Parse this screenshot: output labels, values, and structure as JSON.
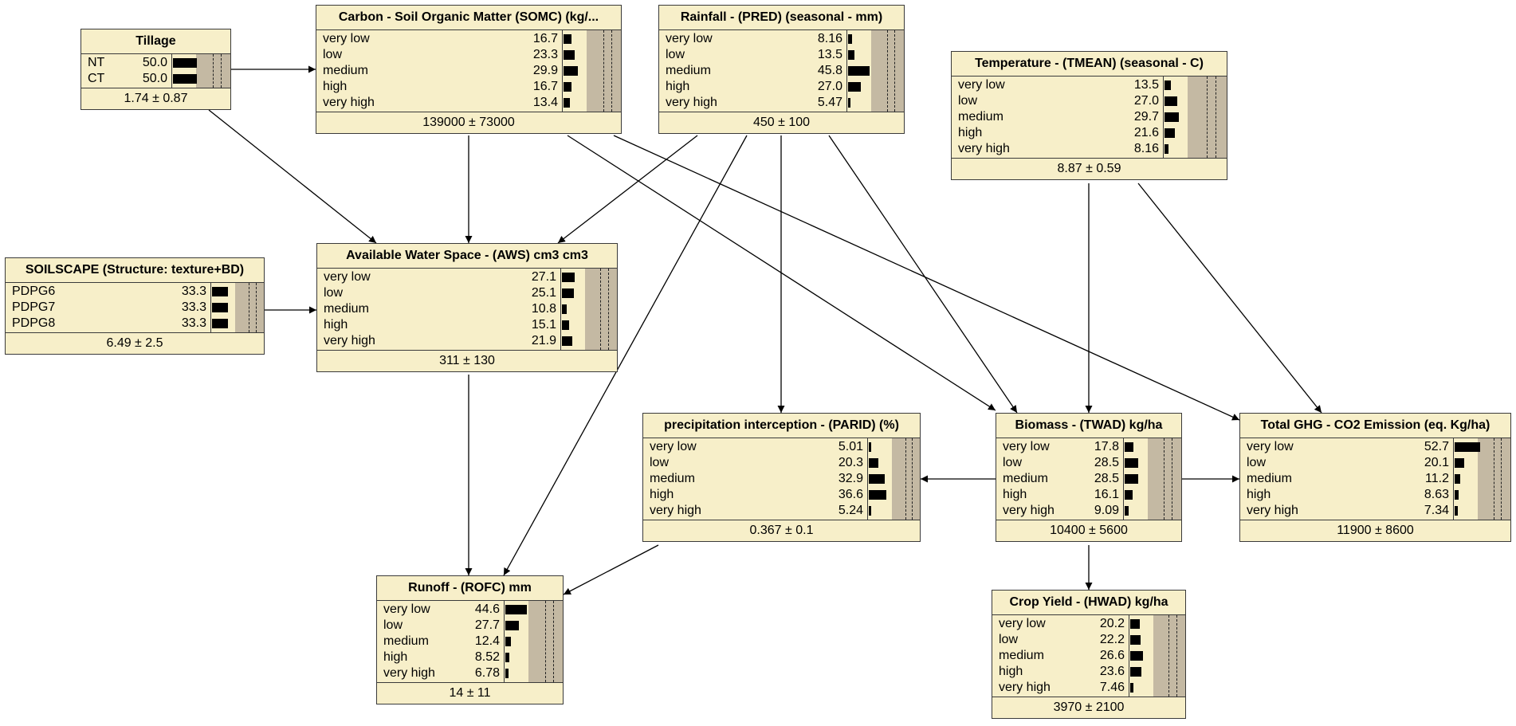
{
  "nodes": {
    "tillage": {
      "title": "Tillage",
      "states": [
        {
          "label": "NT",
          "value": "50.0",
          "p": 50.0
        },
        {
          "label": "CT",
          "value": "50.0",
          "p": 50.0
        }
      ],
      "mean": "1.74 ± 0.87"
    },
    "somc": {
      "title": "Carbon - Soil Organic Matter (SOMC) (kg/...",
      "states": [
        {
          "label": "very low",
          "value": "16.7",
          "p": 16.7
        },
        {
          "label": "low",
          "value": "23.3",
          "p": 23.3
        },
        {
          "label": "medium",
          "value": "29.9",
          "p": 29.9
        },
        {
          "label": "high",
          "value": "16.7",
          "p": 16.7
        },
        {
          "label": "very high",
          "value": "13.4",
          "p": 13.4
        }
      ],
      "mean": "139000 ± 73000"
    },
    "rainfall": {
      "title": "Rainfall - (PRED) (seasonal - mm)",
      "states": [
        {
          "label": "very low",
          "value": "8.16",
          "p": 8.16
        },
        {
          "label": "low",
          "value": "13.5",
          "p": 13.5
        },
        {
          "label": "medium",
          "value": "45.8",
          "p": 45.8
        },
        {
          "label": "high",
          "value": "27.0",
          "p": 27.0
        },
        {
          "label": "very high",
          "value": "5.47",
          "p": 5.47
        }
      ],
      "mean": "450 ± 100"
    },
    "temperature": {
      "title": "Temperature - (TMEAN) (seasonal - C)",
      "states": [
        {
          "label": "very low",
          "value": "13.5",
          "p": 13.5
        },
        {
          "label": "low",
          "value": "27.0",
          "p": 27.0
        },
        {
          "label": "medium",
          "value": "29.7",
          "p": 29.7
        },
        {
          "label": "high",
          "value": "21.6",
          "p": 21.6
        },
        {
          "label": "very high",
          "value": "8.16",
          "p": 8.16
        }
      ],
      "mean": "8.87 ± 0.59"
    },
    "soilscape": {
      "title": "SOILSCAPE (Structure: texture+BD)",
      "states": [
        {
          "label": "PDPG6",
          "value": "33.3",
          "p": 33.3
        },
        {
          "label": "PDPG7",
          "value": "33.3",
          "p": 33.3
        },
        {
          "label": "PDPG8",
          "value": "33.3",
          "p": 33.3
        }
      ],
      "mean": "6.49 ± 2.5"
    },
    "aws": {
      "title": "Available Water Space - (AWS) cm3 cm3",
      "states": [
        {
          "label": "very low",
          "value": "27.1",
          "p": 27.1
        },
        {
          "label": "low",
          "value": "25.1",
          "p": 25.1
        },
        {
          "label": "medium",
          "value": "10.8",
          "p": 10.8
        },
        {
          "label": "high",
          "value": "15.1",
          "p": 15.1
        },
        {
          "label": "very high",
          "value": "21.9",
          "p": 21.9
        }
      ],
      "mean": "311 ± 130"
    },
    "parid": {
      "title": "precipitation interception - (PARID) (%)",
      "states": [
        {
          "label": "very low",
          "value": "5.01",
          "p": 5.01
        },
        {
          "label": "low",
          "value": "20.3",
          "p": 20.3
        },
        {
          "label": "medium",
          "value": "32.9",
          "p": 32.9
        },
        {
          "label": "high",
          "value": "36.6",
          "p": 36.6
        },
        {
          "label": "very high",
          "value": "5.24",
          "p": 5.24
        }
      ],
      "mean": "0.367 ± 0.1"
    },
    "biomass": {
      "title": "Biomass - (TWAD) kg/ha",
      "states": [
        {
          "label": "very low",
          "value": "17.8",
          "p": 17.8
        },
        {
          "label": "low",
          "value": "28.5",
          "p": 28.5
        },
        {
          "label": "medium",
          "value": "28.5",
          "p": 28.5
        },
        {
          "label": "high",
          "value": "16.1",
          "p": 16.1
        },
        {
          "label": "very high",
          "value": "9.09",
          "p": 9.09
        }
      ],
      "mean": "10400 ± 5600"
    },
    "ghg": {
      "title": "Total GHG - CO2 Emission (eq. Kg/ha)",
      "states": [
        {
          "label": "very low",
          "value": "52.7",
          "p": 52.7
        },
        {
          "label": "low",
          "value": "20.1",
          "p": 20.1
        },
        {
          "label": "medium",
          "value": "11.2",
          "p": 11.2
        },
        {
          "label": "high",
          "value": "8.63",
          "p": 8.63
        },
        {
          "label": "very high",
          "value": "7.34",
          "p": 7.34
        }
      ],
      "mean": "11900 ± 8600"
    },
    "runoff": {
      "title": "Runoff - (ROFC) mm",
      "states": [
        {
          "label": "very low",
          "value": "44.6",
          "p": 44.6
        },
        {
          "label": "low",
          "value": "27.7",
          "p": 27.7
        },
        {
          "label": "medium",
          "value": "12.4",
          "p": 12.4
        },
        {
          "label": "high",
          "value": "8.52",
          "p": 8.52
        },
        {
          "label": "very high",
          "value": "6.78",
          "p": 6.78
        }
      ],
      "mean": "14 ± 11"
    },
    "yield": {
      "title": "Crop Yield - (HWAD) kg/ha",
      "states": [
        {
          "label": "very low",
          "value": "20.2",
          "p": 20.2
        },
        {
          "label": "low",
          "value": "22.2",
          "p": 22.2
        },
        {
          "label": "medium",
          "value": "26.6",
          "p": 26.6
        },
        {
          "label": "high",
          "value": "23.6",
          "p": 23.6
        },
        {
          "label": "very high",
          "value": "7.46",
          "p": 7.46
        }
      ],
      "mean": "3970 ± 2100"
    }
  },
  "edges": [
    {
      "from": "tillage",
      "to": "somc"
    },
    {
      "from": "tillage",
      "to": "aws"
    },
    {
      "from": "somc",
      "to": "aws"
    },
    {
      "from": "somc",
      "to": "biomass"
    },
    {
      "from": "somc",
      "to": "ghg"
    },
    {
      "from": "rainfall",
      "to": "aws"
    },
    {
      "from": "rainfall",
      "to": "runoff"
    },
    {
      "from": "rainfall",
      "to": "parid"
    },
    {
      "from": "rainfall",
      "to": "biomass"
    },
    {
      "from": "temperature",
      "to": "biomass"
    },
    {
      "from": "temperature",
      "to": "ghg"
    },
    {
      "from": "soilscape",
      "to": "aws"
    },
    {
      "from": "aws",
      "to": "runoff"
    },
    {
      "from": "parid",
      "to": "runoff"
    },
    {
      "from": "biomass",
      "to": "parid"
    },
    {
      "from": "biomass",
      "to": "ghg"
    },
    {
      "from": "biomass",
      "to": "yield"
    }
  ],
  "colors": {
    "node_fill": "#f7efc9",
    "bar_area": "#c4b9a3",
    "bar": "#000000",
    "border": "#3a3a3a"
  }
}
